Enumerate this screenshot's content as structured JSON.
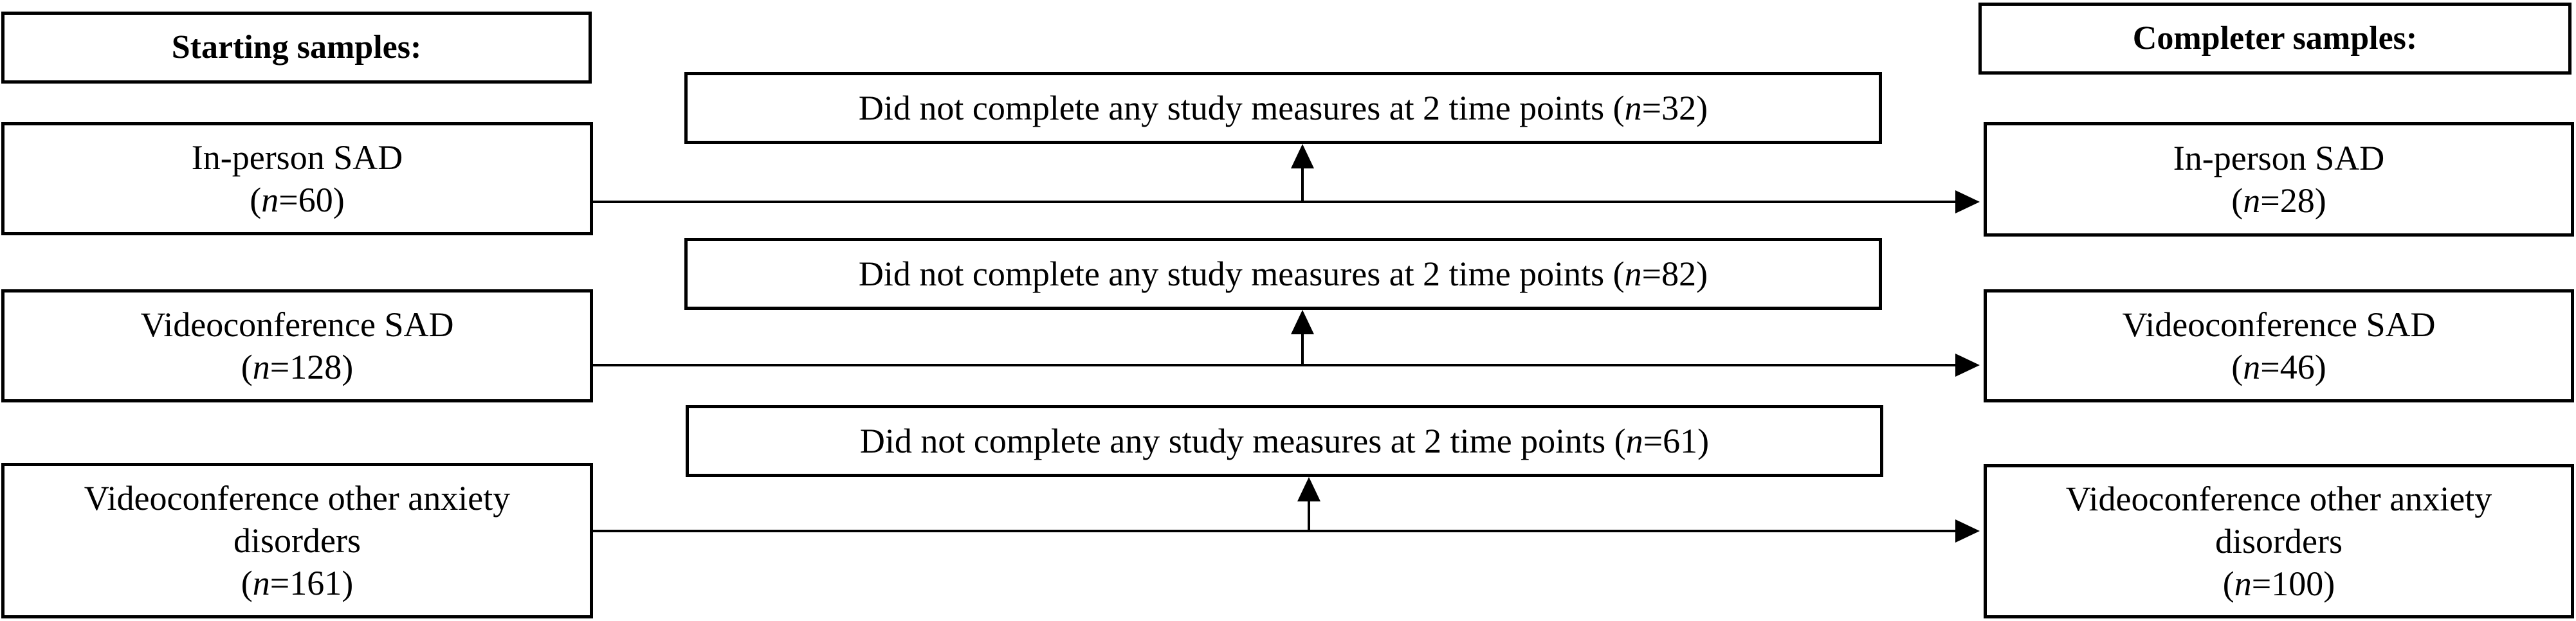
{
  "headers": {
    "starting": "Starting samples:",
    "completer": "Completer samples:"
  },
  "n_label": "n",
  "starting_samples": [
    {
      "name": "In-person SAD",
      "n_value": "=60"
    },
    {
      "name": "Videoconference SAD",
      "n_value": "=128"
    },
    {
      "name_line1": "Videoconference other anxiety",
      "name_line2": "disorders",
      "n_value": "=161"
    }
  ],
  "dropouts": [
    {
      "text": "Did not complete any study measures at 2 time points (",
      "n_value": "=32)"
    },
    {
      "text": "Did not complete any study measures at 2 time points (",
      "n_value": "=82)"
    },
    {
      "text": "Did not complete any study measures at 2 time points (",
      "n_value": "=61)"
    }
  ],
  "completer_samples": [
    {
      "name": "In-person SAD",
      "n_value": "=28"
    },
    {
      "name": "Videoconference SAD",
      "n_value": "=46"
    },
    {
      "name_line1": "Videoconference other anxiety",
      "name_line2": "disorders",
      "n_value": "=100"
    }
  ]
}
